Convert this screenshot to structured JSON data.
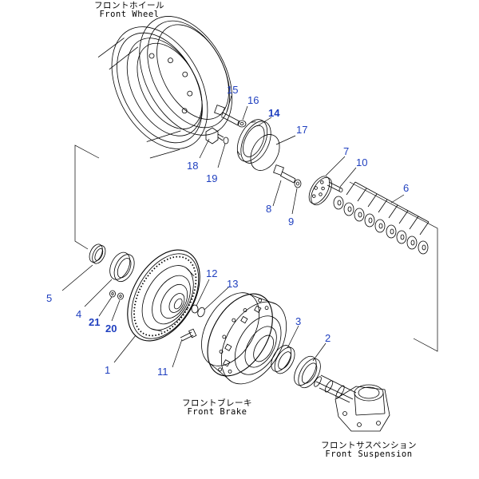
{
  "labels": {
    "front_wheel": {
      "jp": "フロントホイール",
      "en": "Front Wheel"
    },
    "front_brake": {
      "jp": "フロントブレーキ",
      "en": "Front Brake"
    },
    "front_suspension": {
      "jp": "フロントサスペンション",
      "en": "Front Suspension"
    }
  },
  "callouts": [
    {
      "id": "p1",
      "text": "1"
    },
    {
      "id": "p2",
      "text": "2"
    },
    {
      "id": "p3",
      "text": "3"
    },
    {
      "id": "p4",
      "text": "4"
    },
    {
      "id": "p5",
      "text": "5"
    },
    {
      "id": "p6",
      "text": "6"
    },
    {
      "id": "p7",
      "text": "7"
    },
    {
      "id": "p8",
      "text": "8"
    },
    {
      "id": "p9",
      "text": "9"
    },
    {
      "id": "p10",
      "text": "10"
    },
    {
      "id": "p11",
      "text": "11"
    },
    {
      "id": "p12",
      "text": "12"
    },
    {
      "id": "p13",
      "text": "13"
    },
    {
      "id": "p14",
      "text": "14"
    },
    {
      "id": "p15",
      "text": "15"
    },
    {
      "id": "p16",
      "text": "16"
    },
    {
      "id": "p17",
      "text": "17"
    },
    {
      "id": "p18",
      "text": "18"
    },
    {
      "id": "p19",
      "text": "19"
    },
    {
      "id": "p20",
      "text": "20"
    },
    {
      "id": "p21",
      "text": "21"
    }
  ],
  "colors": {
    "line": "#000000",
    "callout": "#1f3fbf",
    "background": "#ffffff"
  }
}
